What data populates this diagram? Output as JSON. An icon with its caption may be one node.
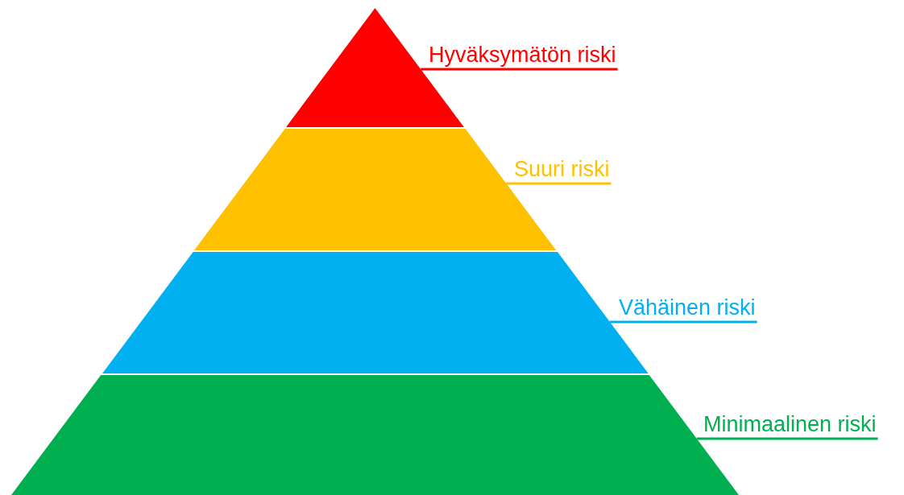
{
  "diagram": {
    "nodes": [
      {
        "text": [],
        "shape": "triangle"
      },
      {
        "text": [],
        "shape": "trapezoid"
      },
      {
        "text": [],
        "shape": "trapezoid"
      },
      {
        "text": [],
        "shape": "trapezoid"
      },
      {
        "text": [
          "Hyväksymätön riski"
        ]
      },
      {
        "text": [
          "Suuri riski"
        ]
      },
      {
        "text": [
          "Vähäinen riski"
        ]
      },
      {
        "text": [
          "Minimaalinen riski"
        ]
      }
    ],
    "edges": [
      {
        "from": 4,
        "to": 0,
        "arrow": "none",
        "color": "#ff0000"
      },
      {
        "from": 5,
        "to": 1,
        "arrow": "none",
        "color": "#ffc000"
      },
      {
        "from": 6,
        "to": 2,
        "arrow": "none",
        "color": "#00b0f0"
      },
      {
        "from": 7,
        "to": 3,
        "arrow": "none",
        "color": "#00b050"
      }
    ]
  }
}
